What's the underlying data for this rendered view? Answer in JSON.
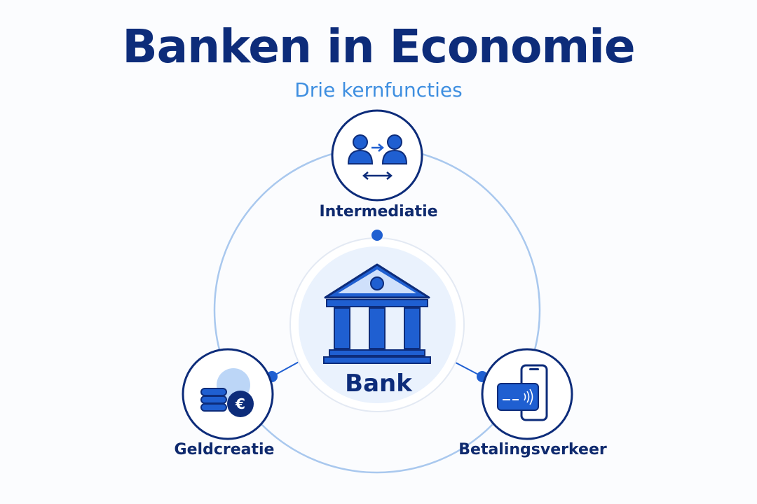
{
  "header": {
    "title": "Banken in Economie",
    "subtitle": "Drie kernfuncties"
  },
  "center": {
    "label": "Bank",
    "icon": "bank-building-icon"
  },
  "functions": [
    {
      "label": "Intermediatie",
      "icon": "people-exchange-icon"
    },
    {
      "label": "Geldcreatie",
      "icon": "coins-euro-icon"
    },
    {
      "label": "Betalingsverkeer",
      "icon": "card-phone-icon"
    }
  ],
  "colors": {
    "navy": "#0d2c7a",
    "blue": "#1f5fd1",
    "light_blue": "#3f8fe0",
    "ring": "#a9c8ee",
    "center_fill": "#eaf2fd"
  }
}
